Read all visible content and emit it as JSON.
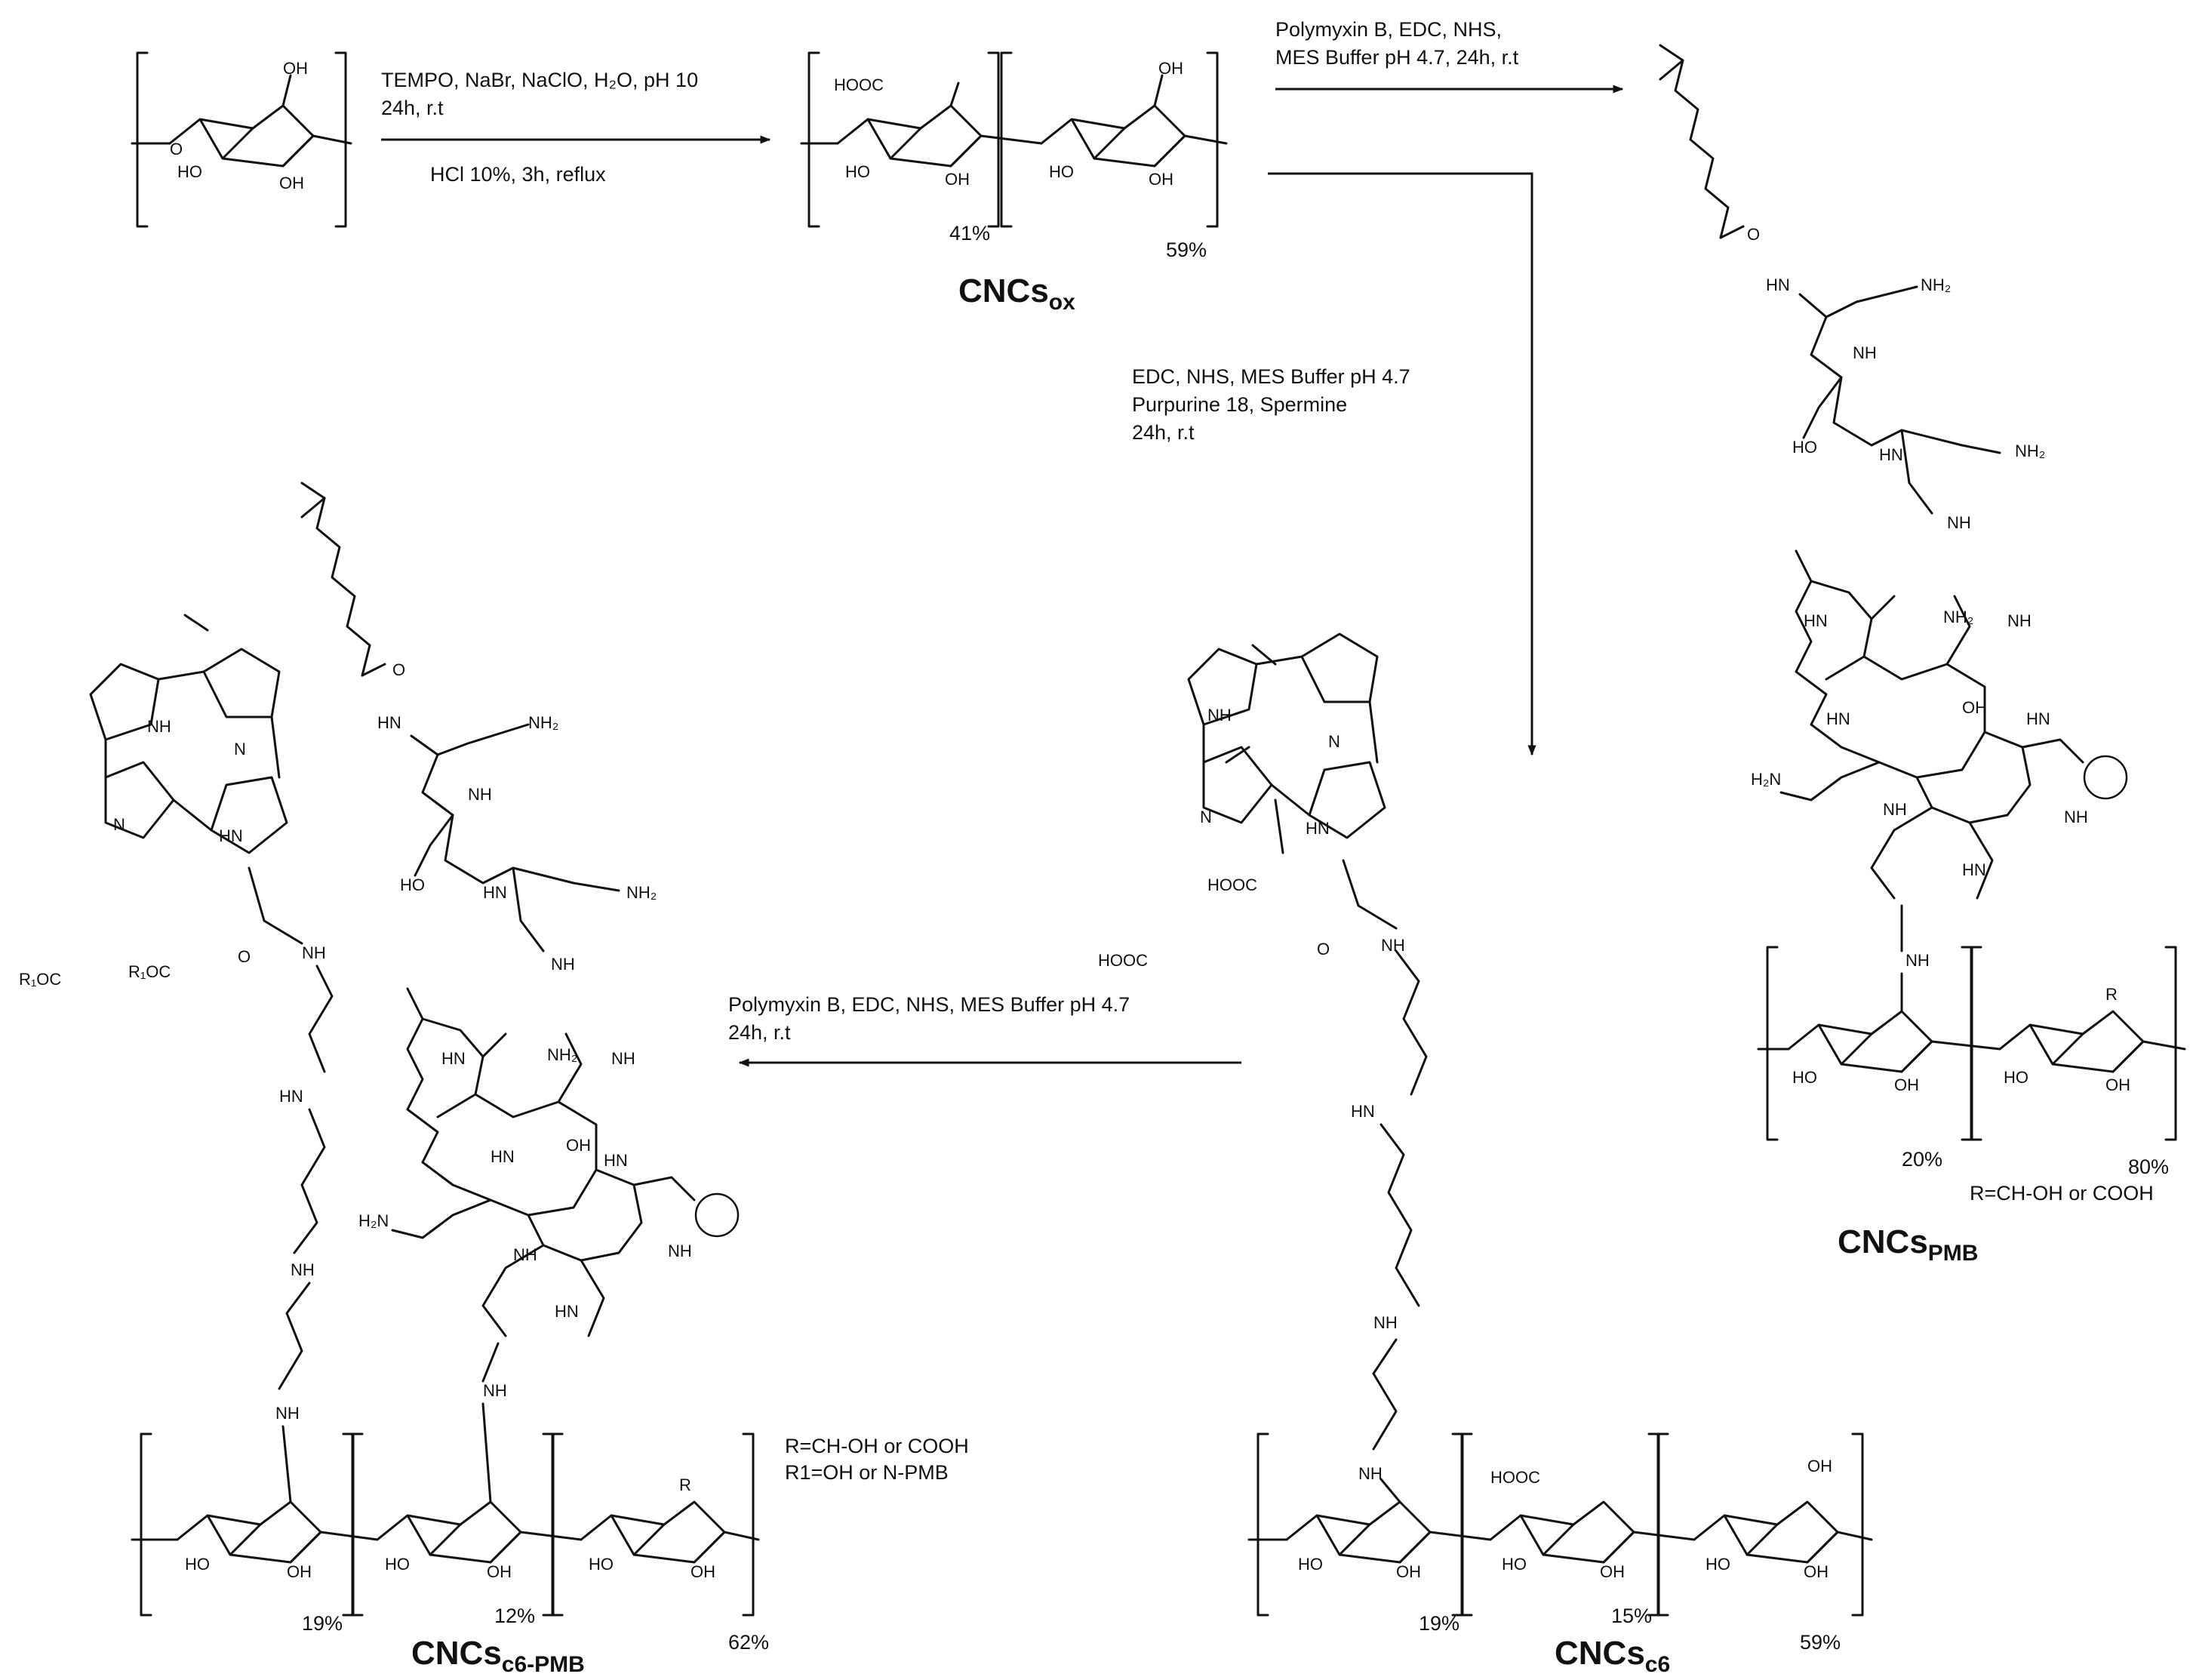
{
  "conditions": {
    "step1_line1": "TEMPO, NaBr, NaClO, H₂O, pH 10",
    "step1_line2": "24h, r.t",
    "step1_line3": "HCl 10%, 3h, reflux",
    "step2_line1": "Polymyxin B, EDC, NHS,",
    "step2_line2": "MES Buffer pH 4.7, 24h, r.t",
    "step3_line1": "EDC, NHS, MES Buffer pH 4.7",
    "step3_line2": "Purpurine 18, Spermine",
    "step3_line3": "24h, r.t",
    "step4_line1": "Polymyxin B, EDC, NHS, MES Buffer pH 4.7",
    "step4_line2": "24h, r.t"
  },
  "labels": {
    "oh": "OH",
    "ho": "HO",
    "hooc": "HOOC",
    "nh": "NH",
    "hn": "HN",
    "n": "N",
    "nh2": "NH₂",
    "h2n": "H₂N",
    "o": "O",
    "r": "R",
    "r1oc": "R₁OC"
  },
  "percentages": {
    "ox_a": "41%",
    "ox_b": "59%",
    "pmb_a": "20%",
    "pmb_b": "80%",
    "c6_a": "19%",
    "c6_b": "15%",
    "c6_c": "59%",
    "c6pmb_a": "19%",
    "c6pmb_b": "12%",
    "c6pmb_c": "62%"
  },
  "notes": {
    "r_def": "R=CH-OH or COOH",
    "r1_def": "R1=OH or N-PMB"
  },
  "products": {
    "ox": {
      "main": "CNCs",
      "sub": "ox"
    },
    "pmb": {
      "main": "CNCs",
      "sub": "PMB"
    },
    "c6": {
      "main": "CNCs",
      "sub": "c6"
    },
    "c6pmb": {
      "main": "CNCs",
      "sub": "c6-PMB"
    }
  }
}
